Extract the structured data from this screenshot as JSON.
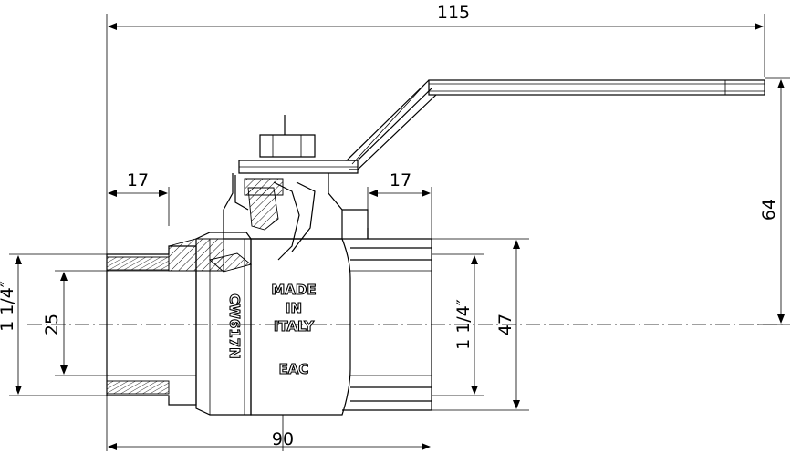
{
  "dimensions": {
    "overall_length": "115",
    "body_length": "90",
    "left_thread_length": "17",
    "right_thread_length": "17",
    "axis_to_handle_height": "64",
    "outer_diameter": "47",
    "inner_bore": "25",
    "left_thread_size": "1 1/4″",
    "right_thread_size": "1 1/4″"
  },
  "body_markings": {
    "made_line1": "MADE",
    "made_line2": "IN",
    "made_line3": "ITALY",
    "code": "CW617N",
    "cert_mark": "EAC"
  }
}
